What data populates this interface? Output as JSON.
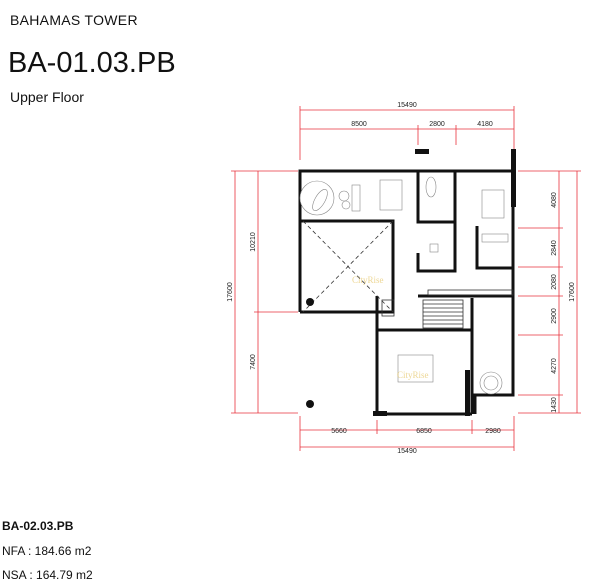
{
  "header": {
    "tower": "BAHAMAS TOWER",
    "unit_code": "BA-01.03.PB",
    "floor_label": "Upper Floor"
  },
  "plan": {
    "watermark": "CityRise",
    "dimensions": {
      "top_total": "15490",
      "top_segments": [
        "8500",
        "2800",
        "4180"
      ],
      "bottom_segments": [
        "5660",
        "6850",
        "2980"
      ],
      "bottom_total": "15490",
      "left_total": "17600",
      "left_segments": [
        "10210",
        "7400"
      ],
      "right_segments": [
        "4080",
        "2840",
        "2080",
        "2900",
        "4270",
        "1430"
      ],
      "right_total": "17600"
    }
  },
  "footer": {
    "reference": "BA-02.03.PB",
    "nfa": "NFA : 184.66 m2",
    "nsa": "NSA : 164.79 m2"
  }
}
